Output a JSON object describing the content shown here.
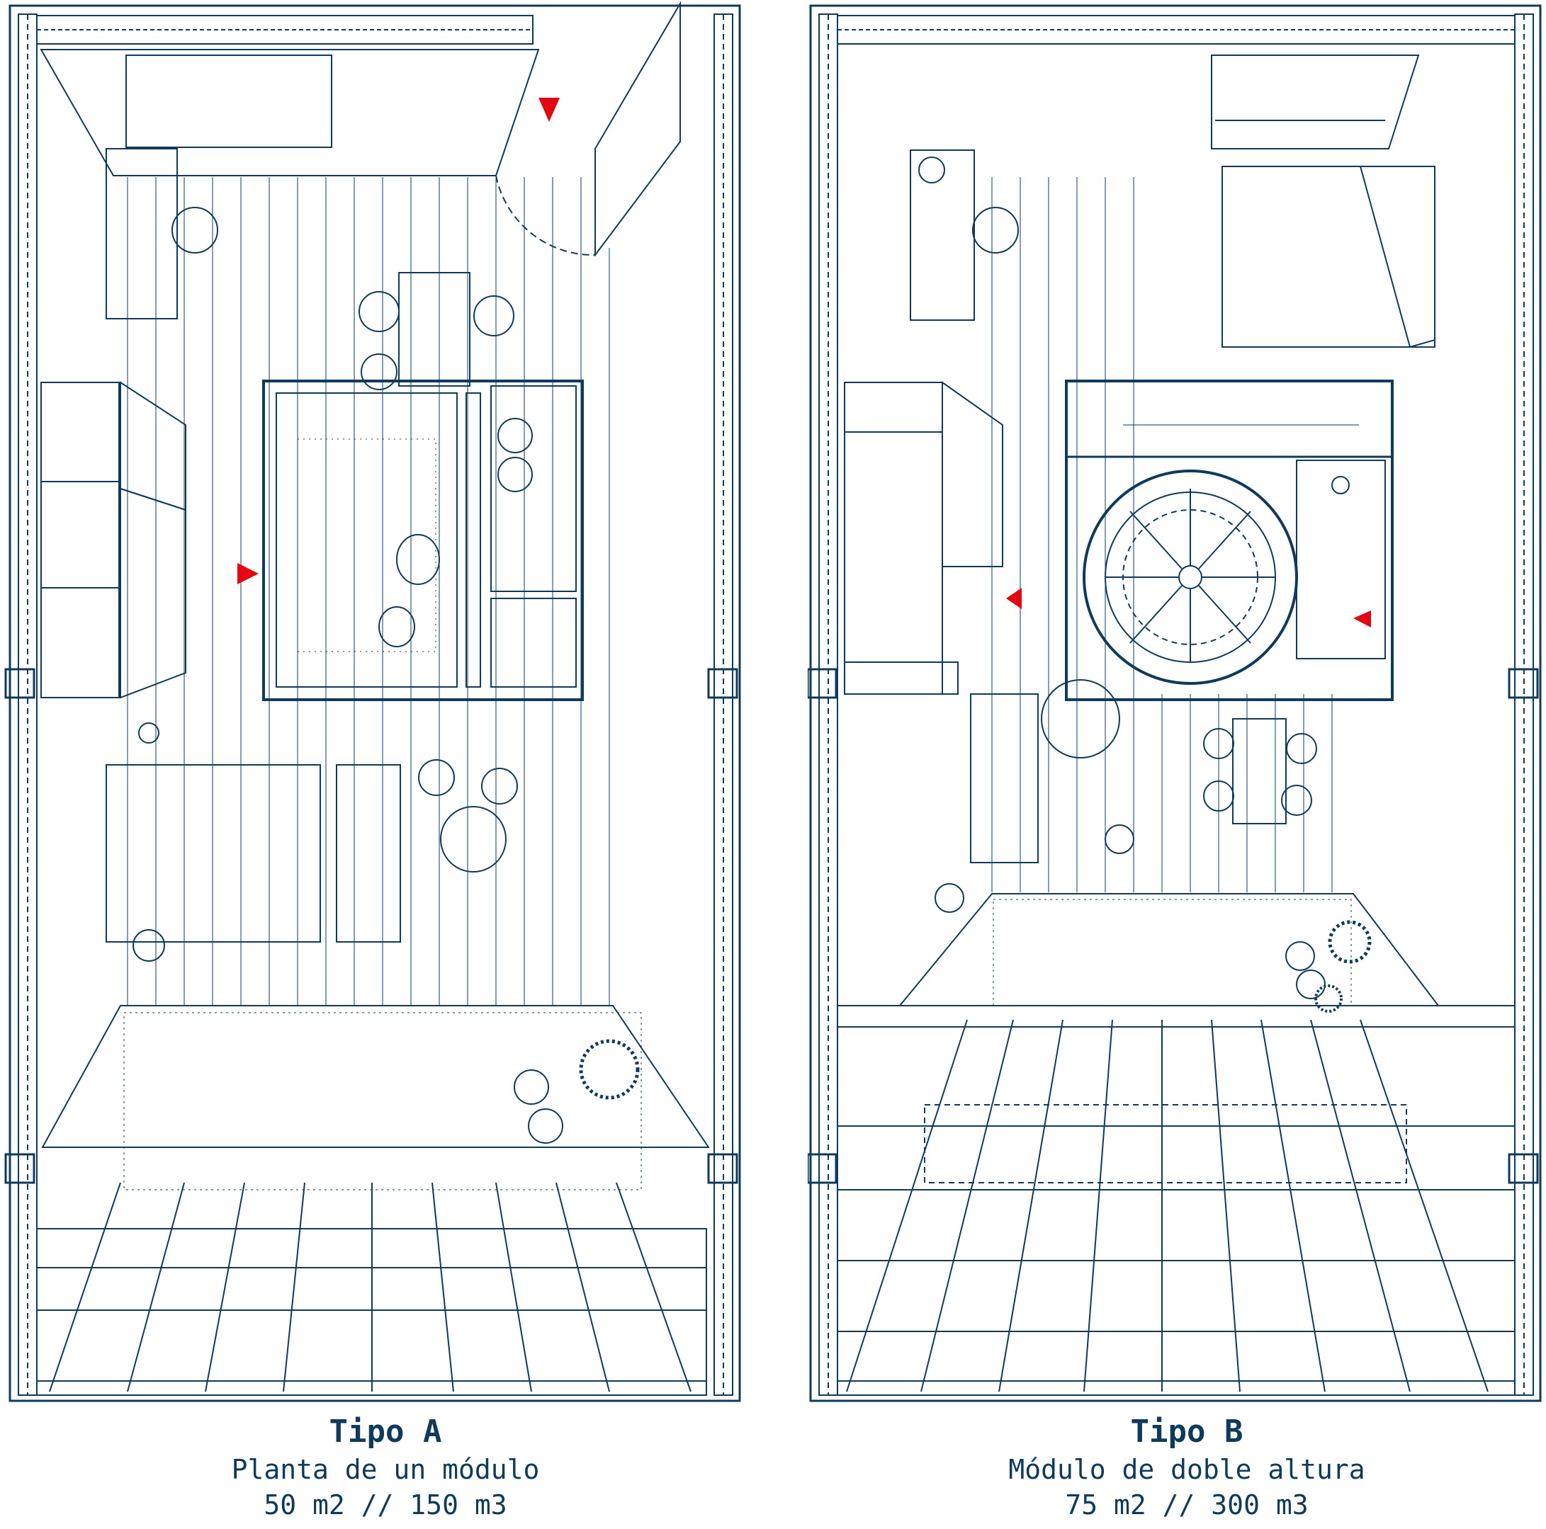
{
  "colors": {
    "line": "#0f3a5a",
    "marker": "#e30613",
    "background": "#ffffff"
  },
  "plans": [
    {
      "id": "tipo-a",
      "title": "Tipo A",
      "subtitle": "Planta de un módulo",
      "area": "50 m2 // 150 m3"
    },
    {
      "id": "tipo-b",
      "title": "Tipo B",
      "subtitle": "Módulo de doble altura",
      "area": "75 m2 // 300 m3"
    }
  ],
  "icons": [
    "entry-arrow-icon",
    "plant-icon",
    "spiral-stair-icon",
    "toilet-icon",
    "sink-icon",
    "chair-icon",
    "round-table-icon"
  ]
}
